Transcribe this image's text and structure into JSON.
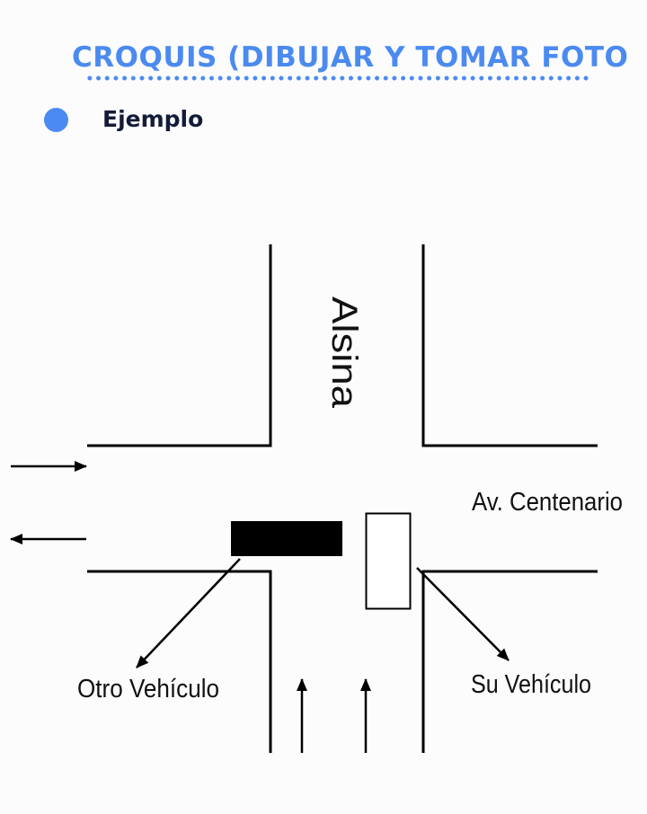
{
  "header": {
    "title": "CROQUIS (DIBUJAR Y TOMAR FOTO"
  },
  "section": {
    "label": "Ejemplo"
  },
  "diagram": {
    "street_vertical": "Alsina",
    "street_horizontal": "Av. Centenario",
    "other_vehicle_label": "Otro Vehículo",
    "your_vehicle_label": "Su Vehículo"
  },
  "colors": {
    "accent": "#4b8af0",
    "text_dark": "#141b3a"
  }
}
